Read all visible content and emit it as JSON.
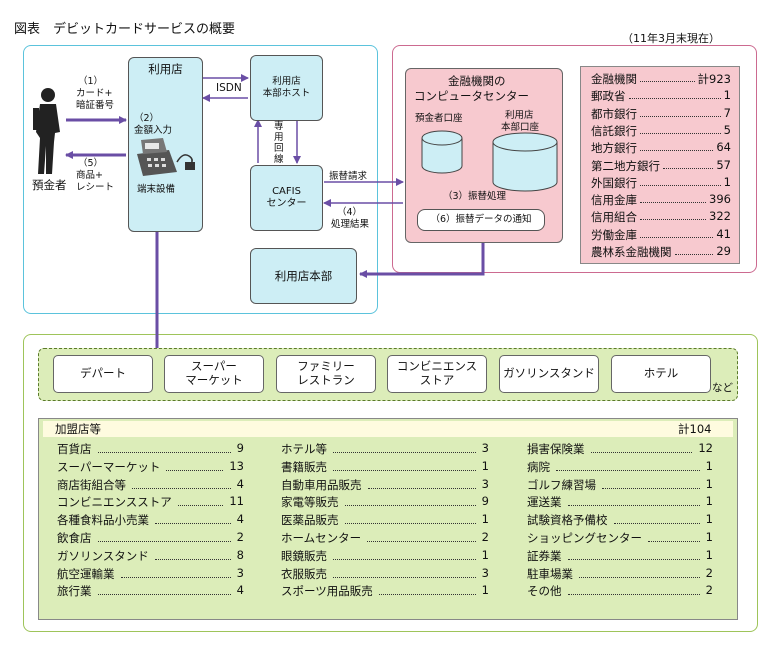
{
  "title": "図表　デビットカードサービスの概要",
  "as_of": "（11年3月末現在）",
  "colors": {
    "cyan_fill": "#cdeef5",
    "cyan_border": "#5bc3dc",
    "pink_fill": "#f7c9cf",
    "pink_border": "#cc6a90",
    "arrow": "#6a4ea5",
    "green_fill": "#dcedb9",
    "green_border": "#9ec45a",
    "cream": "#fefbdf"
  },
  "actors": {
    "depositor": "預金者",
    "step1": "（1）",
    "step1_text": "カード+",
    "step1_text2": "暗証番号",
    "step5": "（5）",
    "step5_text": "商品+",
    "step5_text2": "レシート",
    "step2": "（2）",
    "step2_text": "金額入力",
    "terminal": "端末設備"
  },
  "boxes": {
    "merchant": "利用店",
    "merchant_host_1": "利用店",
    "merchant_host_2": "本部ホスト",
    "isdn": "ISDN",
    "dedicated_line": [
      "専",
      "用",
      "回",
      "線"
    ],
    "cafis_1": "CAFIS",
    "cafis_2": "センター",
    "merchant_hq": "利用店本部",
    "transfer_request": "振替請求",
    "step4": "（4）",
    "step4_text": "処理結果",
    "bank_center_1": "金融機関の",
    "bank_center_2": "コンピュータセンター",
    "depositor_account": "預金者口座",
    "hq_account_1": "利用店",
    "hq_account_2": "本部口座",
    "step3": "（3）振替処理",
    "step6": "（6）振替データの通知"
  },
  "institutions": [
    {
      "name": "金融機関",
      "value": "計923"
    },
    {
      "name": "郵政省",
      "value": "1"
    },
    {
      "name": "都市銀行",
      "value": "7"
    },
    {
      "name": "信託銀行",
      "value": "5"
    },
    {
      "name": "地方銀行",
      "value": "64"
    },
    {
      "name": "第二地方銀行",
      "value": "57"
    },
    {
      "name": "外国銀行",
      "value": "1"
    },
    {
      "name": "信用金庫",
      "value": "396"
    },
    {
      "name": "信用組合",
      "value": "322"
    },
    {
      "name": "労働金庫",
      "value": "41"
    },
    {
      "name": "農林系金融機関",
      "value": "29"
    }
  ],
  "store_types": [
    "デパート",
    "スーパー\nマーケット",
    "ファミリー\nレストラン",
    "コンビニエンス\nストア",
    "ガソリンスタンド",
    "ホテル"
  ],
  "store_etc": "など",
  "merchants": {
    "header": "加盟店等",
    "total": "計104",
    "col1": [
      {
        "name": "百貨店",
        "value": "9"
      },
      {
        "name": "スーパーマーケット",
        "value": "13"
      },
      {
        "name": "商店街組合等",
        "value": "4"
      },
      {
        "name": "コンビニエンスストア",
        "value": "11"
      },
      {
        "name": "各種食料品小売業",
        "value": "4"
      },
      {
        "name": "飲食店",
        "value": "2"
      },
      {
        "name": "ガソリンスタンド",
        "value": "8"
      },
      {
        "name": "航空運輸業",
        "value": "3"
      },
      {
        "name": "旅行業",
        "value": "4"
      }
    ],
    "col2": [
      {
        "name": "ホテル等",
        "value": "3"
      },
      {
        "name": "書籍販売",
        "value": "1"
      },
      {
        "name": "自動車用品販売",
        "value": "3"
      },
      {
        "name": "家電等販売",
        "value": "9"
      },
      {
        "name": "医薬品販売",
        "value": "1"
      },
      {
        "name": "ホームセンター",
        "value": "2"
      },
      {
        "name": "眼鏡販売",
        "value": "1"
      },
      {
        "name": "衣服販売",
        "value": "3"
      },
      {
        "name": "スポーツ用品販売",
        "value": "1"
      }
    ],
    "col3": [
      {
        "name": "損害保険業",
        "value": "12"
      },
      {
        "name": "病院",
        "value": "1"
      },
      {
        "name": "ゴルフ練習場",
        "value": "1"
      },
      {
        "name": "運送業",
        "value": "1"
      },
      {
        "name": "試験資格予備校",
        "value": "1"
      },
      {
        "name": "ショッピングセンター",
        "value": "1"
      },
      {
        "name": "証券業",
        "value": "1"
      },
      {
        "name": "駐車場業",
        "value": "2"
      },
      {
        "name": "その他",
        "value": "2"
      }
    ]
  }
}
